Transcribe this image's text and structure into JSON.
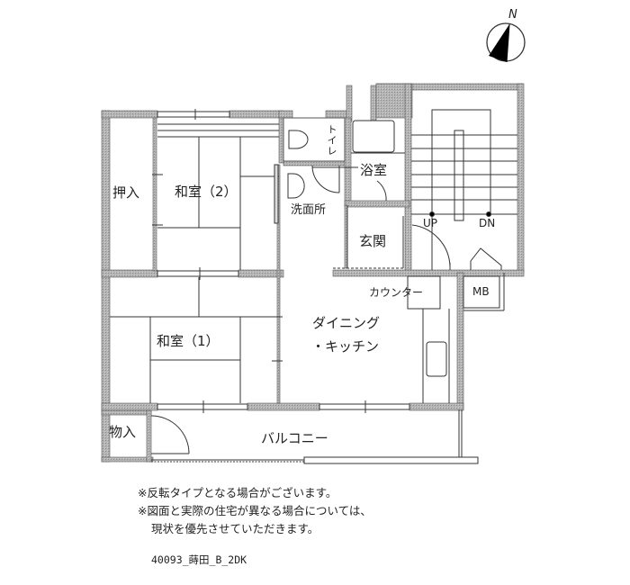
{
  "compass": {
    "label": "N",
    "icon": "north-arrow-icon"
  },
  "rooms": {
    "oshiire_top": "押入",
    "washitsu_2": "和室（2）",
    "toilet": "トイレ",
    "bathroom": "浴室",
    "washroom": "洗面所",
    "entrance": "玄関",
    "stairs_up": "UP",
    "stairs_down": "DN",
    "counter": "カウンター",
    "meter_box": "MB",
    "washitsu_1": "和室（1）",
    "dining_kitchen_line1": "ダイニング",
    "dining_kitchen_line2": "・キッチン",
    "monoire": "物入",
    "balcony": "バルコニー"
  },
  "notes": {
    "line1": "※反転タイプとなる場合がございます。",
    "line2": "※図面と実際の住宅が異なる場合については、",
    "line3": "現状を優先させていただきます。"
  },
  "plan_code": "40093_蒔田_B_2DK",
  "colors": {
    "wall_fill": "#a8a8a8",
    "line": "#444444",
    "background": "#ffffff"
  }
}
